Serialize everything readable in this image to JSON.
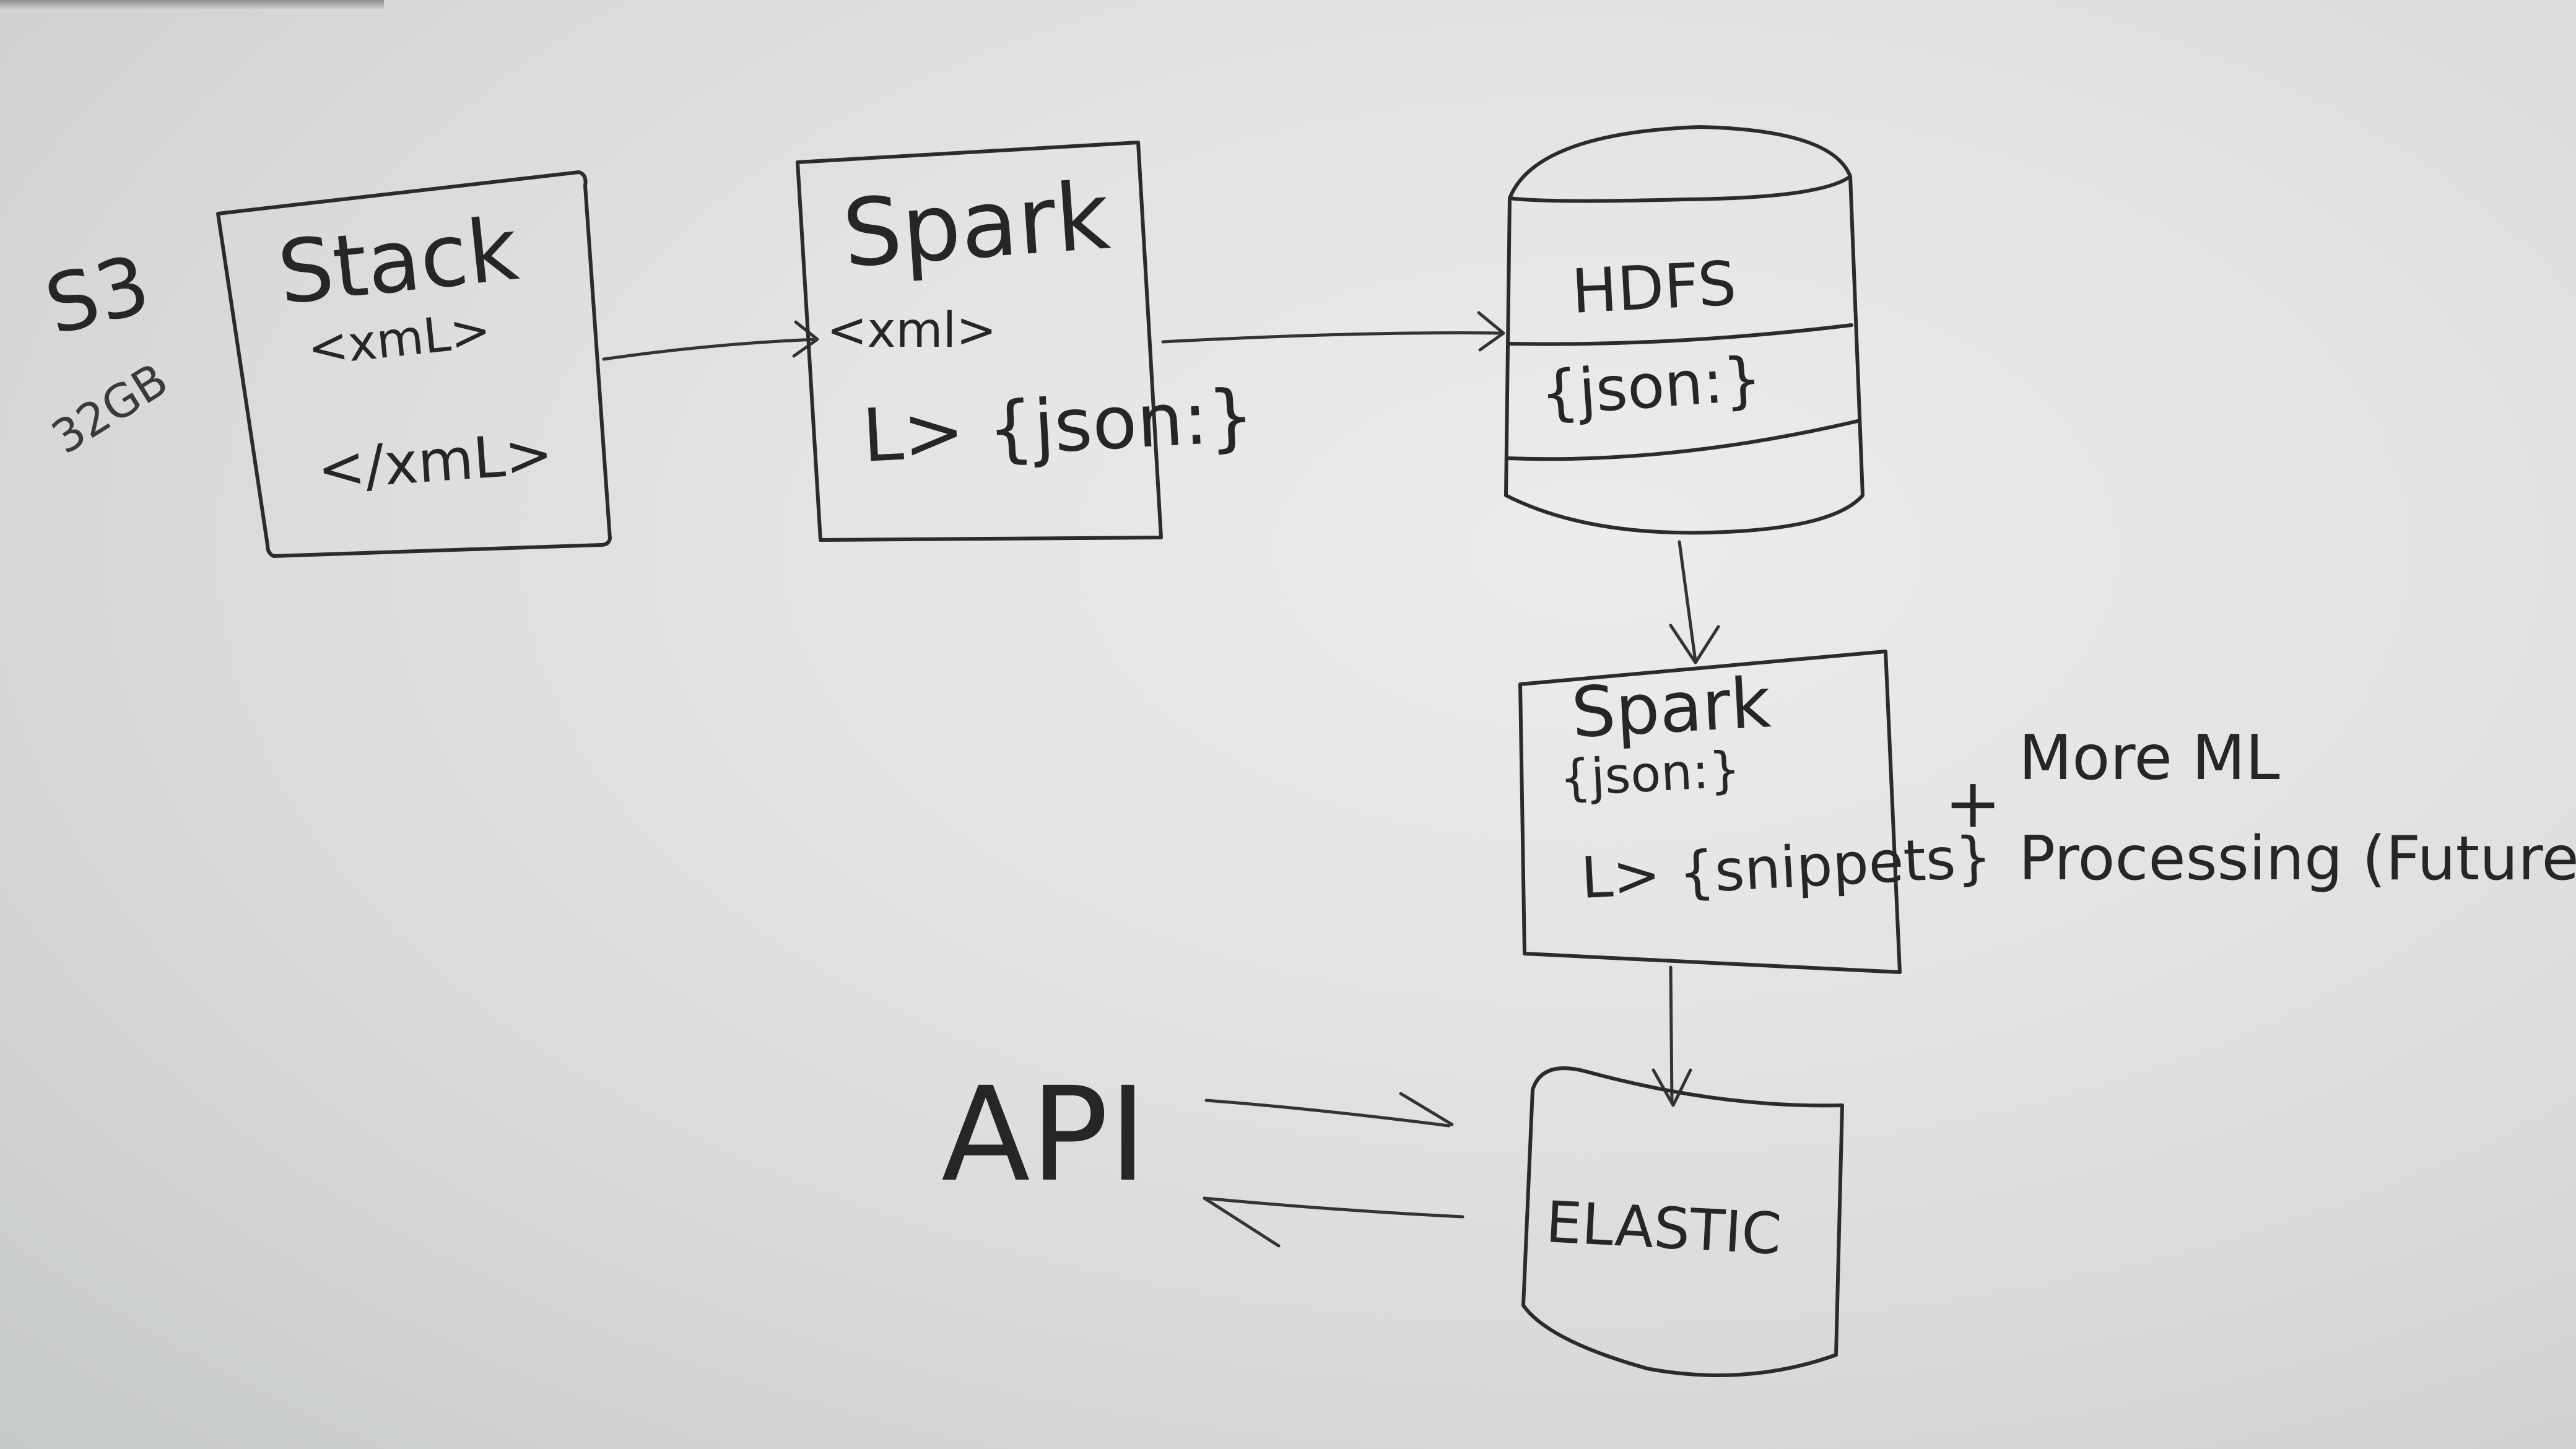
{
  "source": {
    "label": "S3",
    "size": "32GB"
  },
  "stack_box": {
    "title": "Stack",
    "open_tag": "<xmL>",
    "close_tag": "</xmL>"
  },
  "spark1_box": {
    "title": "Spark",
    "input": "<xml>",
    "output": "L> {json:}"
  },
  "hdfs_db": {
    "title": "HDFS",
    "content": "{json:}"
  },
  "spark2_box": {
    "title": "Spark",
    "input": "{json:}",
    "output": "L> {snippets}"
  },
  "future_note": {
    "plus": "+",
    "line1": "More ML",
    "line2": "Processing (Future)"
  },
  "api": {
    "label": "API"
  },
  "elastic_db": {
    "title": "ELASTIC"
  }
}
